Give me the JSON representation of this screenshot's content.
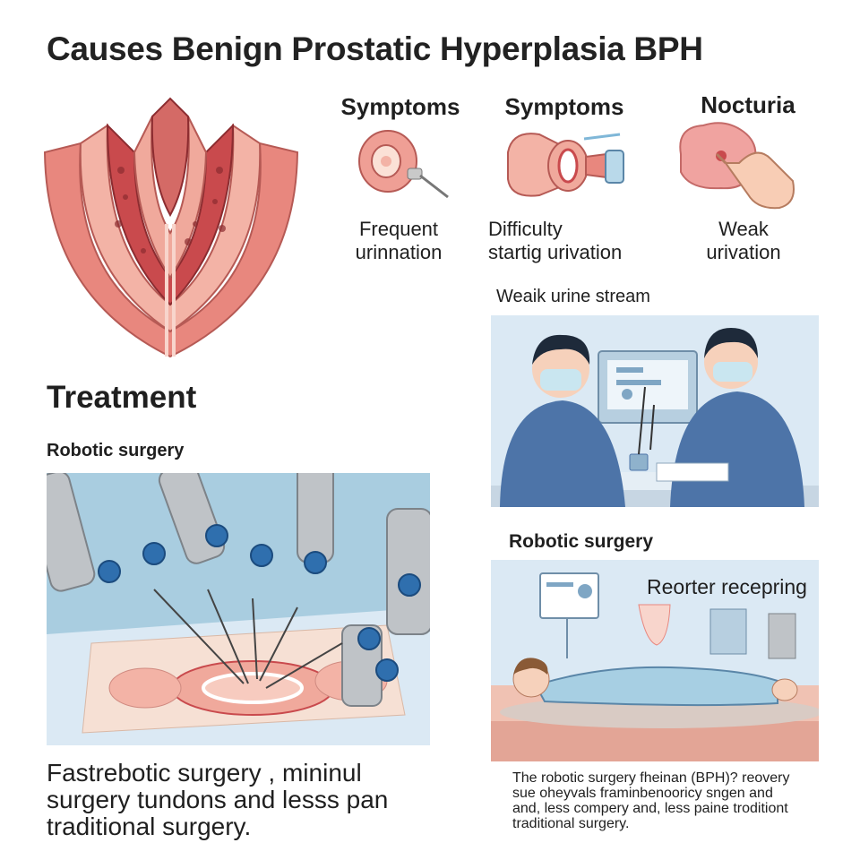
{
  "title": "Causes Benign Prostatic Hyperplasia BPH",
  "symptoms": [
    {
      "heading": "Symptoms",
      "caption_line1": "Frequent",
      "caption_line2": "urinnation",
      "icon": "prostate-syringe-icon"
    },
    {
      "heading": "Symptoms",
      "caption_line1": "Difficulty",
      "caption_line2": "startig urivation",
      "icon": "urinary-tract-icon"
    },
    {
      "heading": "Nocturia",
      "caption_line1": "Weak",
      "caption_line2": "urivation",
      "icon": "hand-pointing-icon"
    }
  ],
  "weak_stream_label": "Weaik urine stream",
  "treatment_heading": "Treatment",
  "robotic_label_left": "Robotic surgery",
  "robotic_label_right": "Robotic surgery",
  "recovery_label": "Reorter recepring",
  "bottom_left_text": [
    "Fastrebotic surgery , mininul",
    "surgery tundons and lesss pan",
    "traditional surgery."
  ],
  "bottom_right_text": [
    "The robotic surgery fheinan (BPH)?  reovery",
    "sue oheyvals framinbenooricy sngen and",
    "and, less compery and, less paine troditiont",
    "traditional surgery."
  ],
  "colors": {
    "tissue": "#e8877e",
    "tissue_dark": "#c0464a",
    "scrub_blue": "#4d74a8",
    "bg_blue": "#dbe9f4",
    "mask": "#c9e6f0"
  }
}
